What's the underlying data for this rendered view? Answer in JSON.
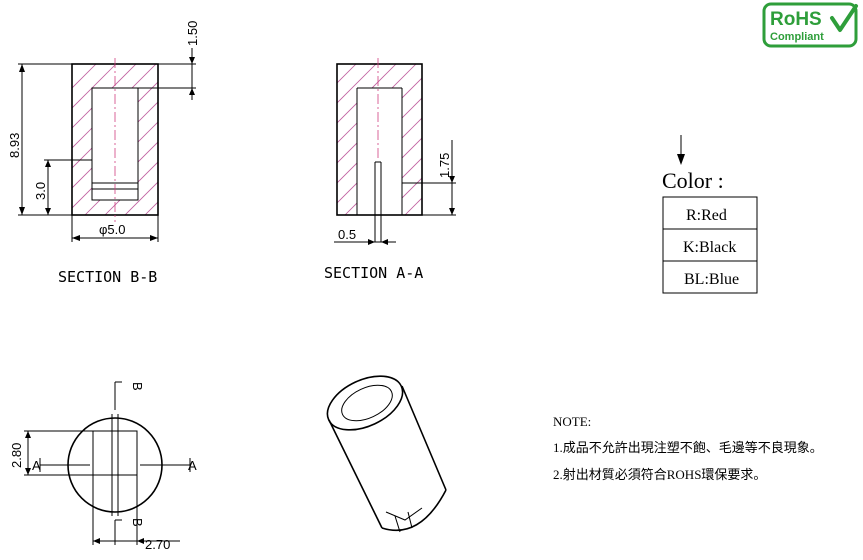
{
  "dimensions": {
    "top_wall": "1.50",
    "height_total": "8.93",
    "slot_depth": "3.0",
    "diameter": "φ5.0",
    "slot_height": "1.75",
    "slot_width": "0.5",
    "bottom_height": "2.80",
    "bottom_width": "2.70"
  },
  "sections": {
    "left": "SECTION B-B",
    "middle": "SECTION A-A"
  },
  "cut_labels": {
    "b_top": "B",
    "b_bottom": "B",
    "a_left": "A",
    "a_right": "A"
  },
  "color_table": {
    "title": "Color :",
    "rows": [
      "R:Red",
      "K:Black",
      "BL:Blue"
    ]
  },
  "notes": {
    "title": "NOTE:",
    "items": [
      "1.成品不允許出現注塑不飽、毛邊等不良現象。",
      "2.射出材質必須符合ROHS環保要求。"
    ]
  },
  "badge": {
    "line1": "RoHS",
    "line2": "Compliant"
  },
  "colors": {
    "hatch": "#c060a0",
    "badge_green": "#2e9e3a"
  }
}
